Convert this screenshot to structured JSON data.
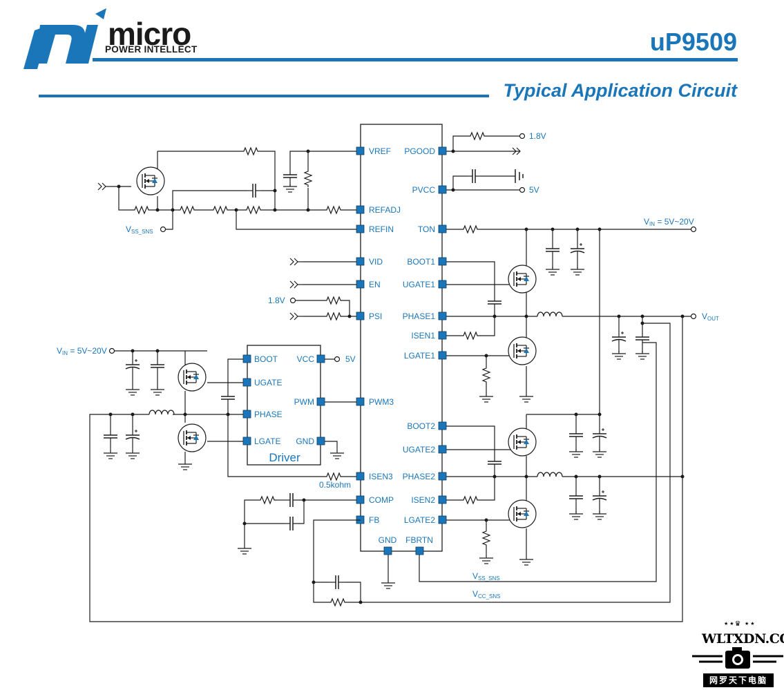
{
  "header": {
    "brand_name": "micro",
    "brand_tagline": "POWER INTELLECT",
    "part_number": "uP9509",
    "section_title": "Typical Application Circuit"
  },
  "colors": {
    "accent": "#1a76b8",
    "ink": "#1b1b1b"
  },
  "icons": [
    "brand-logo-icon",
    "mosfet-icon",
    "resistor-icon",
    "capacitor-icon",
    "inductor-icon",
    "ground-icon",
    "camera-icon"
  ],
  "ic_main": {
    "left_pins": [
      "VREF",
      "REFADJ",
      "REFIN",
      "VID",
      "EN",
      "PSI",
      "PWM3",
      "ISEN3",
      "COMP",
      "FB"
    ],
    "right_pins": [
      "PGOOD",
      "PVCC",
      "TON",
      "BOOT1",
      "UGATE1",
      "PHASE1",
      "ISEN1",
      "LGATE1",
      "BOOT2",
      "UGATE2",
      "PHASE2",
      "ISEN2",
      "LGATE2"
    ],
    "bottom_pins": [
      "GND",
      "FBRTN"
    ]
  },
  "ic_driver": {
    "name": "Driver",
    "left_pins": [
      "BOOT",
      "UGATE",
      "PHASE",
      "LGATE"
    ],
    "right_pins": [
      "VCC",
      "PWM",
      "GND"
    ]
  },
  "net_labels": {
    "v18_top": "1.8V",
    "v5_pvcc": "5V",
    "vin_ton_main": "V",
    "vin_ton_sub": "IN",
    "vin_ton_range": " = 5V~20V",
    "vout_main": "V",
    "vout_sub": "OUT",
    "v18_psi": "1.8V",
    "vss_sns_main": "V",
    "vss_sns_sub": "SS_SNS",
    "vin_left_main": "V",
    "vin_left_sub": "IN",
    "vin_left_range": " = 5V~20V",
    "v5_driver": "5V",
    "isen3_resistor": "0.5kohm",
    "vss_sns_bottom_main": "V",
    "vss_sns_bottom_sub": "SS_SNS",
    "vcc_sns_main": "V",
    "vcc_sns_sub": "CC_SNS"
  },
  "watermark": {
    "text": "WLTXDN.COM",
    "subtitle": "网罗天下电脑"
  }
}
